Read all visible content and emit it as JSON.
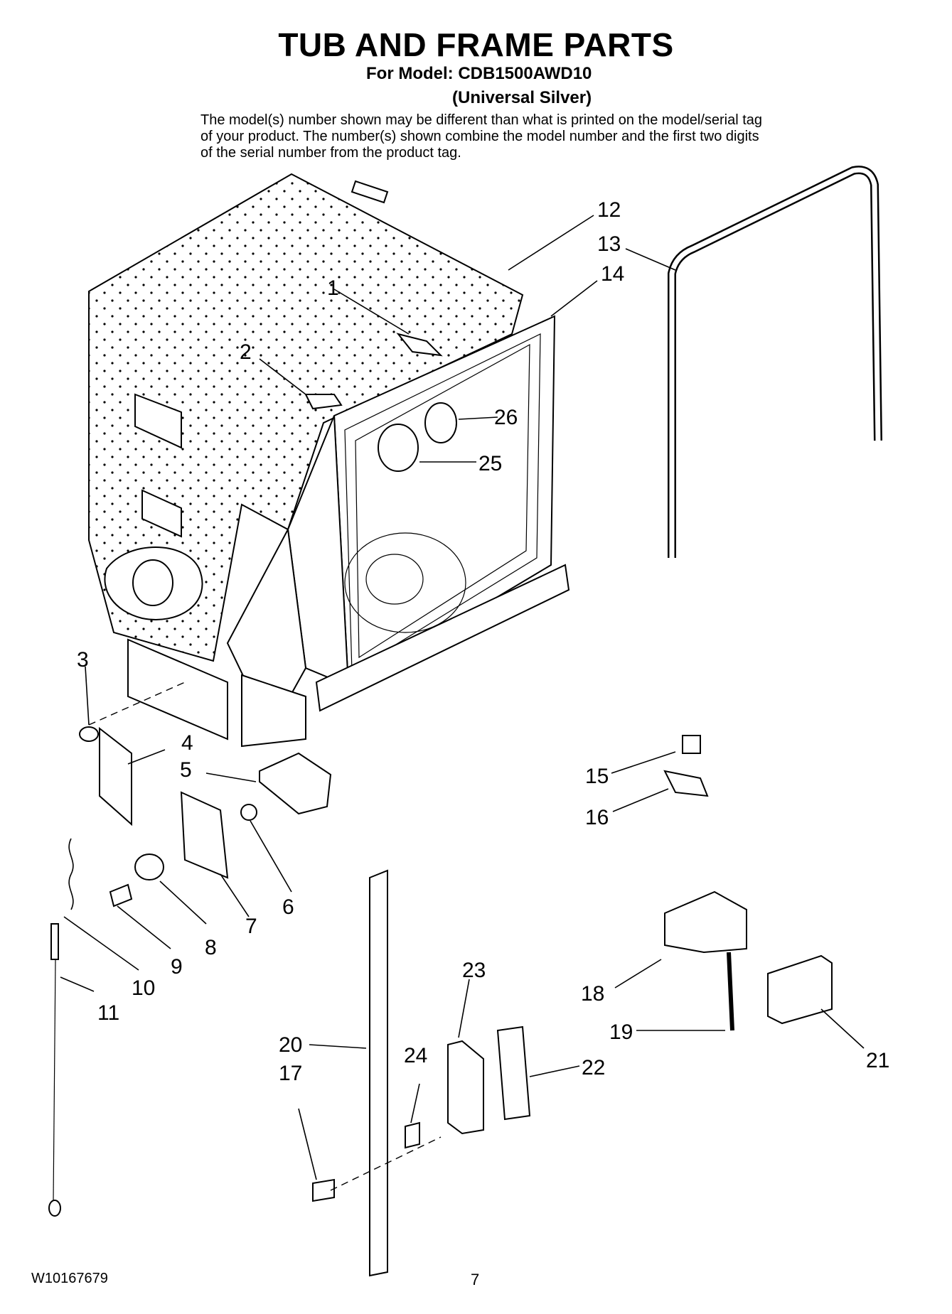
{
  "header": {
    "title": "TUB AND FRAME PARTS",
    "model_line": "For Model: CDB1500AWD10",
    "variant": "(Universal Silver)",
    "note": "The model(s) number shown may be different than what is printed on the model/serial tag of your product. The number(s) shown combine the model number and the first two digits of the serial number from the product tag."
  },
  "callouts": [
    "1",
    "2",
    "3",
    "4",
    "5",
    "6",
    "7",
    "8",
    "9",
    "10",
    "11",
    "12",
    "13",
    "14",
    "15",
    "16",
    "17",
    "18",
    "19",
    "20",
    "21",
    "22",
    "23",
    "24",
    "25",
    "26"
  ],
  "footer": {
    "doc_number": "W10167679",
    "page_number": "7"
  }
}
